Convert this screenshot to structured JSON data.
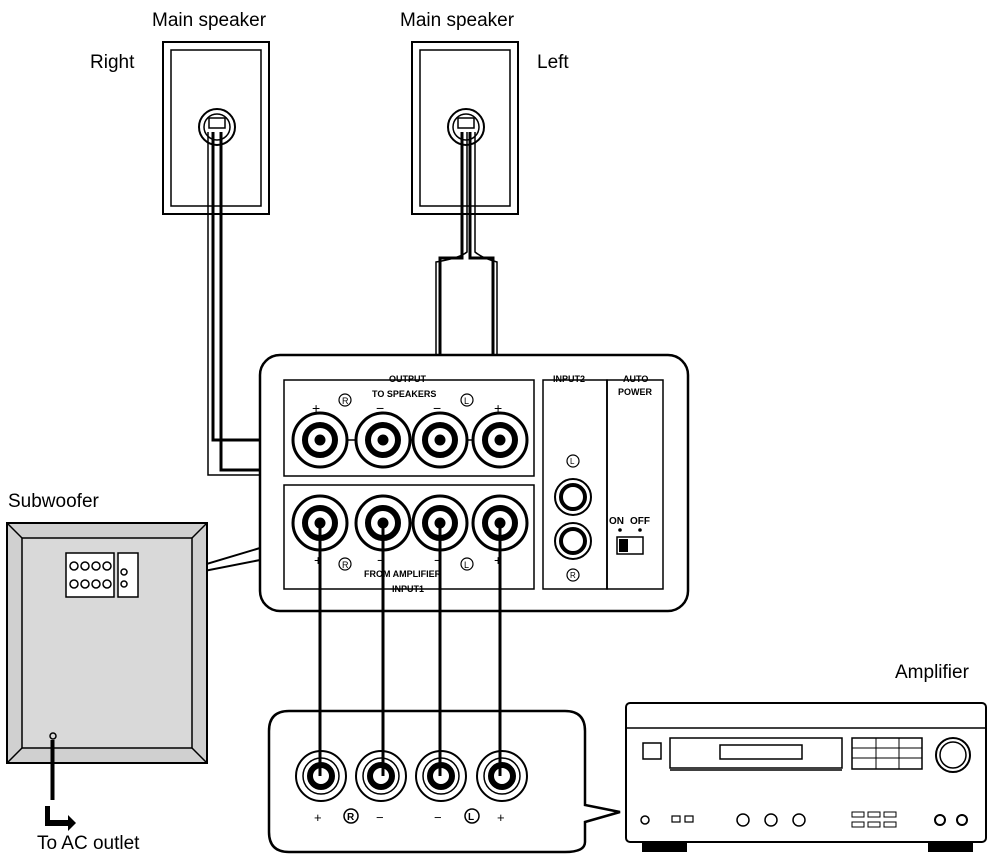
{
  "labels": {
    "main_speaker_right": "Main speaker",
    "main_speaker_left": "Main speaker",
    "right": "Right",
    "left": "Left",
    "subwoofer": "Subwoofer",
    "amplifier": "Amplifier",
    "ac_outlet": "To AC outlet"
  },
  "panel": {
    "output": "OUTPUT",
    "to_speakers": "TO SPEAKERS",
    "from_amplifier": "FROM AMPLIFIER",
    "input1": "INPUT1",
    "input2": "INPUT2",
    "auto": "AUTO",
    "power": "POWER",
    "on": "ON",
    "off": "OFF",
    "plus": "+",
    "minus": "−",
    "r": "R",
    "l": "L"
  }
}
